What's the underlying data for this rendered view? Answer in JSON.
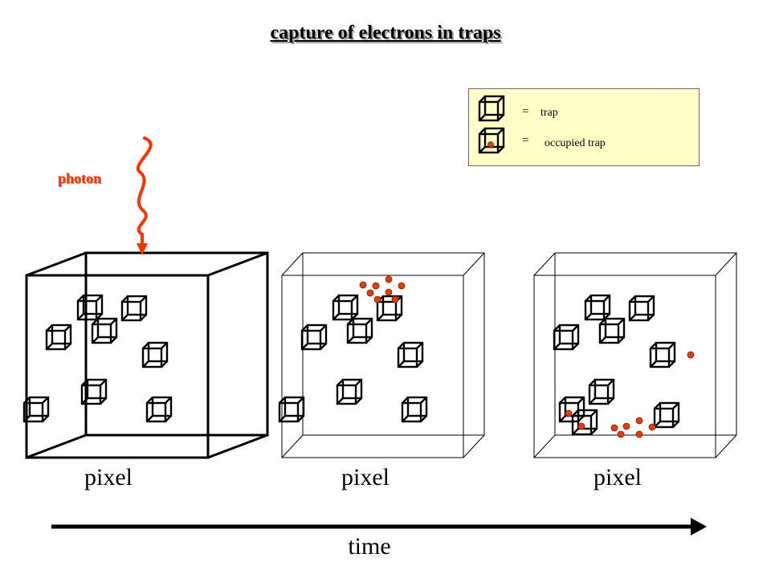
{
  "title": "capture of electrons in traps",
  "legend": {
    "trap_label": "trap",
    "occupied_trap_label": "occupied trap",
    "equals": "="
  },
  "photon_label": "photon",
  "pixels": [
    {
      "label": "pixel",
      "traps": 8,
      "free_electrons": 0,
      "occupied_traps": 0
    },
    {
      "label": "pixel",
      "traps": 8,
      "free_electrons": 8,
      "occupied_traps": 0
    },
    {
      "label": "pixel",
      "traps": 9,
      "free_electrons": 6,
      "occupied_traps": 3
    }
  ],
  "time_label": "time",
  "colors": {
    "electron": "#e23d0f",
    "photon": "#ff3300",
    "legend_bg": "#ffffc8"
  }
}
